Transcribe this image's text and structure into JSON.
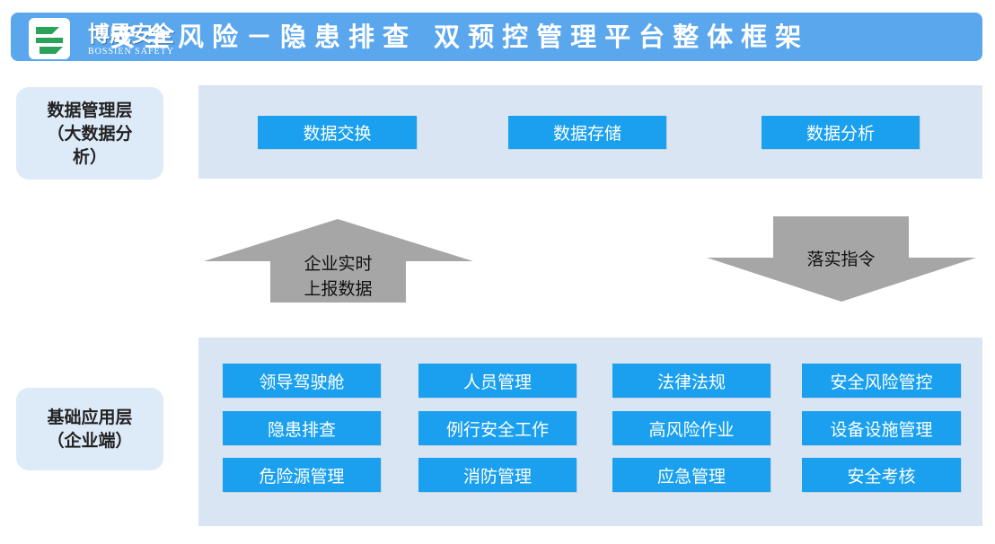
{
  "header": {
    "logo_main": "博晟安全",
    "logo_sub": "BOSSIEN SAFETY",
    "title": "安全风险－隐患排查 双预控管理平台整体框架"
  },
  "data_layer": {
    "label": "数据管理层\n（大数据分\n析）",
    "items": [
      "数据交换",
      "数据存储",
      "数据分析"
    ]
  },
  "arrows": {
    "up_label": "企业实时\n上报数据",
    "down_label": "落实指令"
  },
  "base_layer": {
    "label": "基础应用层\n（企业端）",
    "items": [
      "领导驾驶舱",
      "人员管理",
      "法律法规",
      "安全风险管控",
      "隐患排查",
      "例行安全工作",
      "高风险作业",
      "设备设施管理",
      "危险源管理",
      "消防管理",
      "应急管理",
      "安全考核"
    ]
  },
  "colors": {
    "title_bar": "#5aa7ee",
    "box": "#1aa0ee",
    "panel": "#d9e5f3",
    "arrow": "#a6a6a6"
  }
}
